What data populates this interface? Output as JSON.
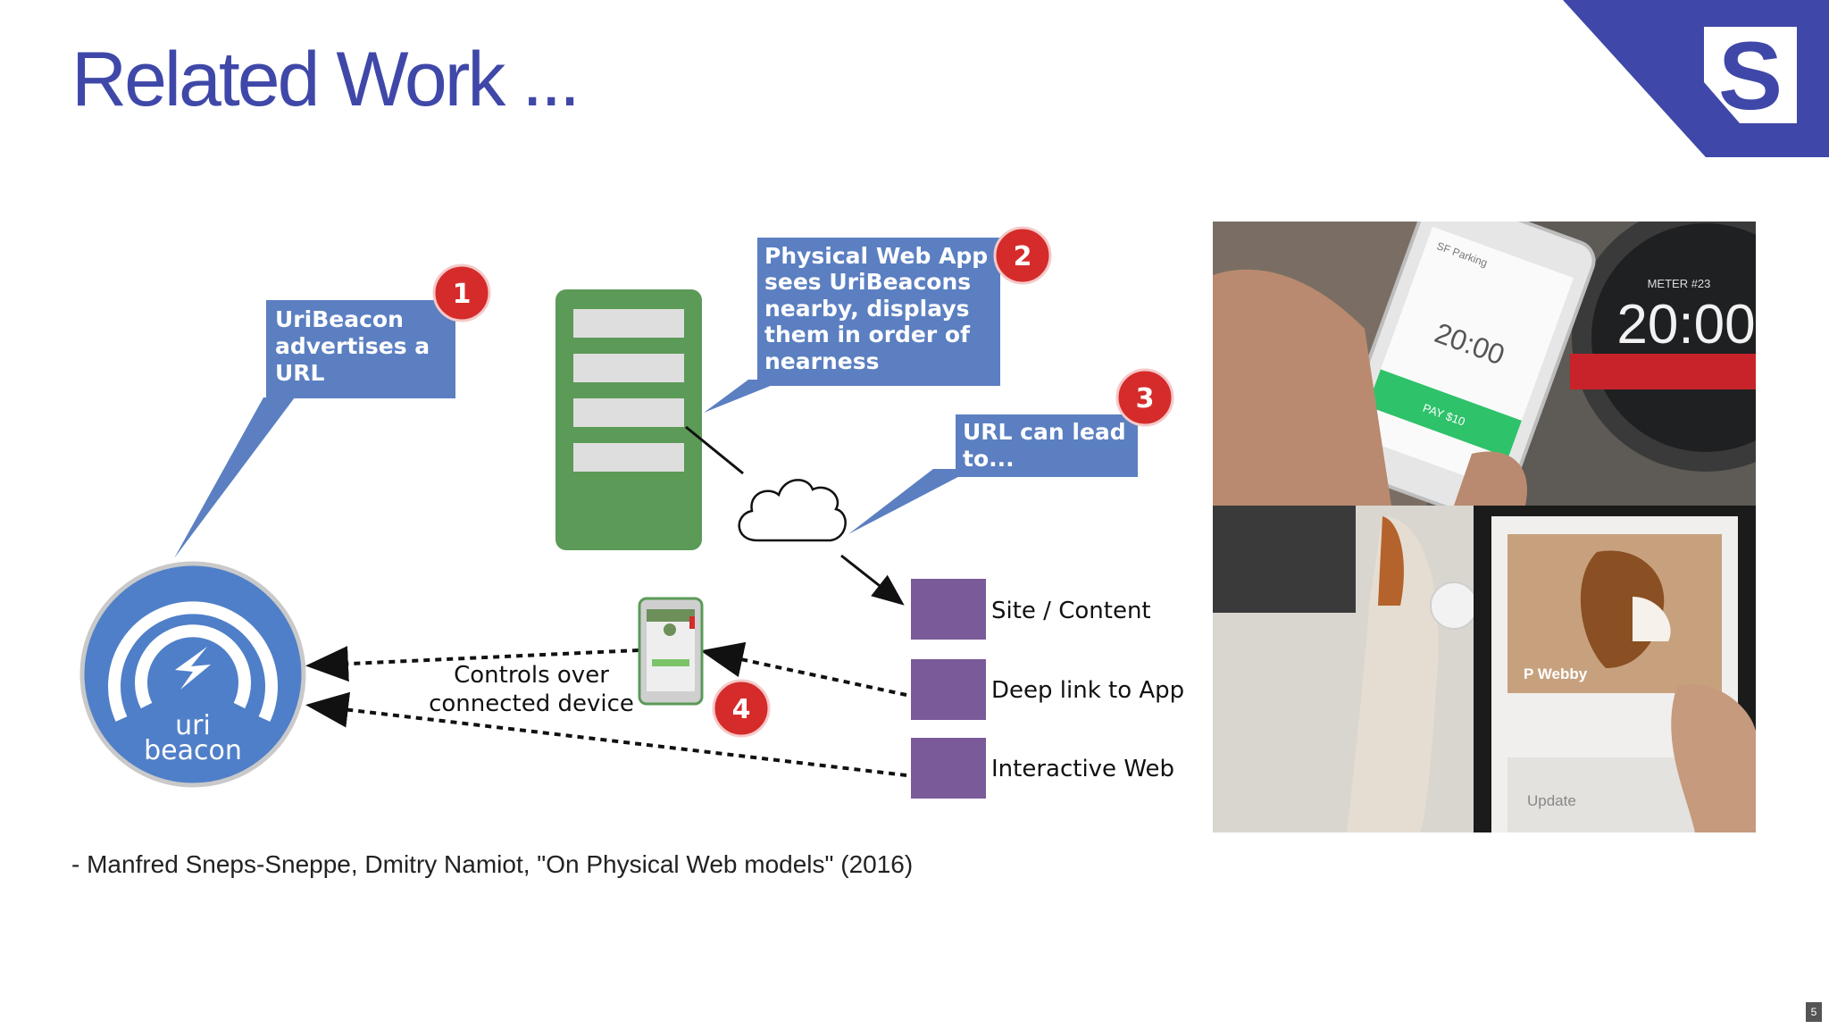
{
  "slide": {
    "title": "Related Work ...",
    "citation": "- Manfred Sneps-Sneppe, Dmitry Namiot, \"On Physical Web models\" (2016)",
    "page_number": "5",
    "logo_letter": "S",
    "accent_color": "#3f48a8"
  },
  "diagram": {
    "callouts": [
      {
        "number": "1",
        "lines": [
          "UriBeacon",
          "advertises a",
          "URL"
        ]
      },
      {
        "number": "2",
        "lines": [
          "Physical Web App",
          "sees UriBeacons",
          "nearby, displays",
          "them in order of",
          "nearness"
        ]
      },
      {
        "number": "3",
        "lines": [
          "URL can lead",
          "to..."
        ]
      },
      {
        "number": "4",
        "lines": []
      }
    ],
    "beacon_label": [
      "uri",
      "beacon"
    ],
    "controls_label": [
      "Controls over",
      "connected device"
    ],
    "outputs": [
      "Site / Content",
      "Deep link to App",
      "Interactive Web"
    ],
    "colors": {
      "callout": "#5b7fc1",
      "server": "#5b9a57",
      "output_box": "#7a5a98",
      "badge": "#d62b2b",
      "beacon": "#4f7fc8"
    }
  },
  "photos": {
    "top": {
      "meter_label": "METER #23",
      "meter_time": "20:00",
      "phone_time": "20:00",
      "phone_header": "SF Parking",
      "pay_label": "PAY $10"
    },
    "bottom": {
      "card_name": "P Webby",
      "update_label": "Update"
    }
  }
}
